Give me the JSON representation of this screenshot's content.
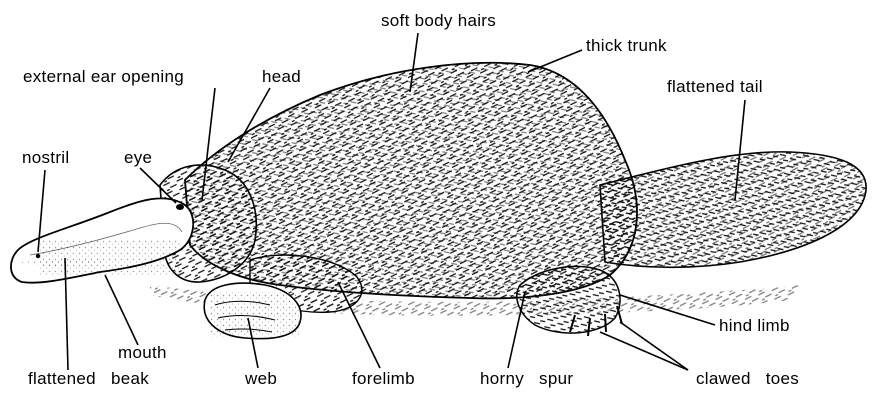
{
  "labels": {
    "soft_body_hairs": "soft body hairs",
    "thick_trunk": "thick trunk",
    "external_ear_opening": "external ear opening",
    "head": "head",
    "flattened_tail": "flattened tail",
    "nostril": "nostril",
    "eye": "eye",
    "hind_limb": "hind limb",
    "mouth": "mouth",
    "flattened_beak": "flattened beak",
    "web": "web",
    "forelimb": "forelimb",
    "horny_spur": "horny spur",
    "clawed_toes": "clawed toes"
  },
  "colors": {
    "ink": "#000000",
    "paper": "#ffffff"
  }
}
